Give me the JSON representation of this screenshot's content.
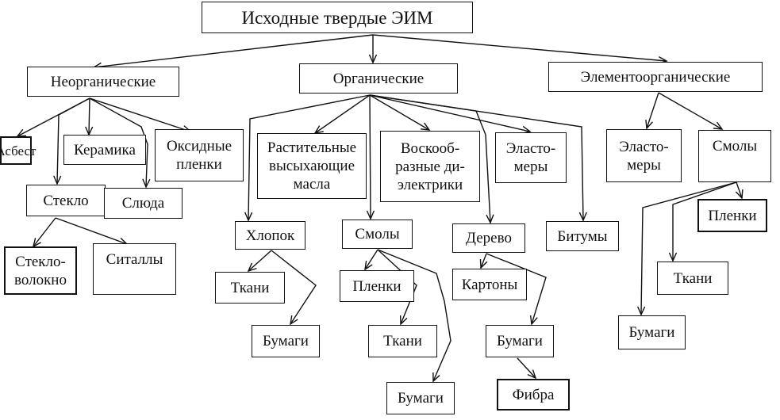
{
  "diagram": {
    "root": "Исходные твердые ЭИМ",
    "groups": {
      "inorganic": "Неорганические",
      "organic": "Органические",
      "elementorganic": "Элементоорганические"
    },
    "inorganic": {
      "asbestos": "Асбест",
      "ceramics": "Керамика",
      "oxide_films": "Оксидные\nпленки",
      "glass": "Стекло",
      "mica": "Слюда",
      "fiberglass": "Стекло-\nволокно",
      "sitalls": "Ситаллы"
    },
    "organic": {
      "vegetable_oils": "Растительные\nвысыхающие\nмасла",
      "waxes": "Воскооб-\nразные ди-\nэлектрики",
      "elastomers": "Эласто-\nмеры",
      "cotton": "Хлопок",
      "resins": "Смолы",
      "wood": "Дерево",
      "bitumen": "Битумы",
      "cotton_fabrics": "Ткани",
      "cotton_papers": "Бумаги",
      "resin_films": "Пленки",
      "resin_fabrics": "Ткани",
      "resin_papers": "Бумаги",
      "cardboards": "Картоны",
      "wood_papers": "Бумаги",
      "fibre": "Фибра"
    },
    "elementorganic": {
      "elastomers": "Эласто-\nмеры",
      "resins": "Смолы",
      "films": "Пленки",
      "fabrics": "Ткани",
      "papers": "Бумаги"
    }
  }
}
